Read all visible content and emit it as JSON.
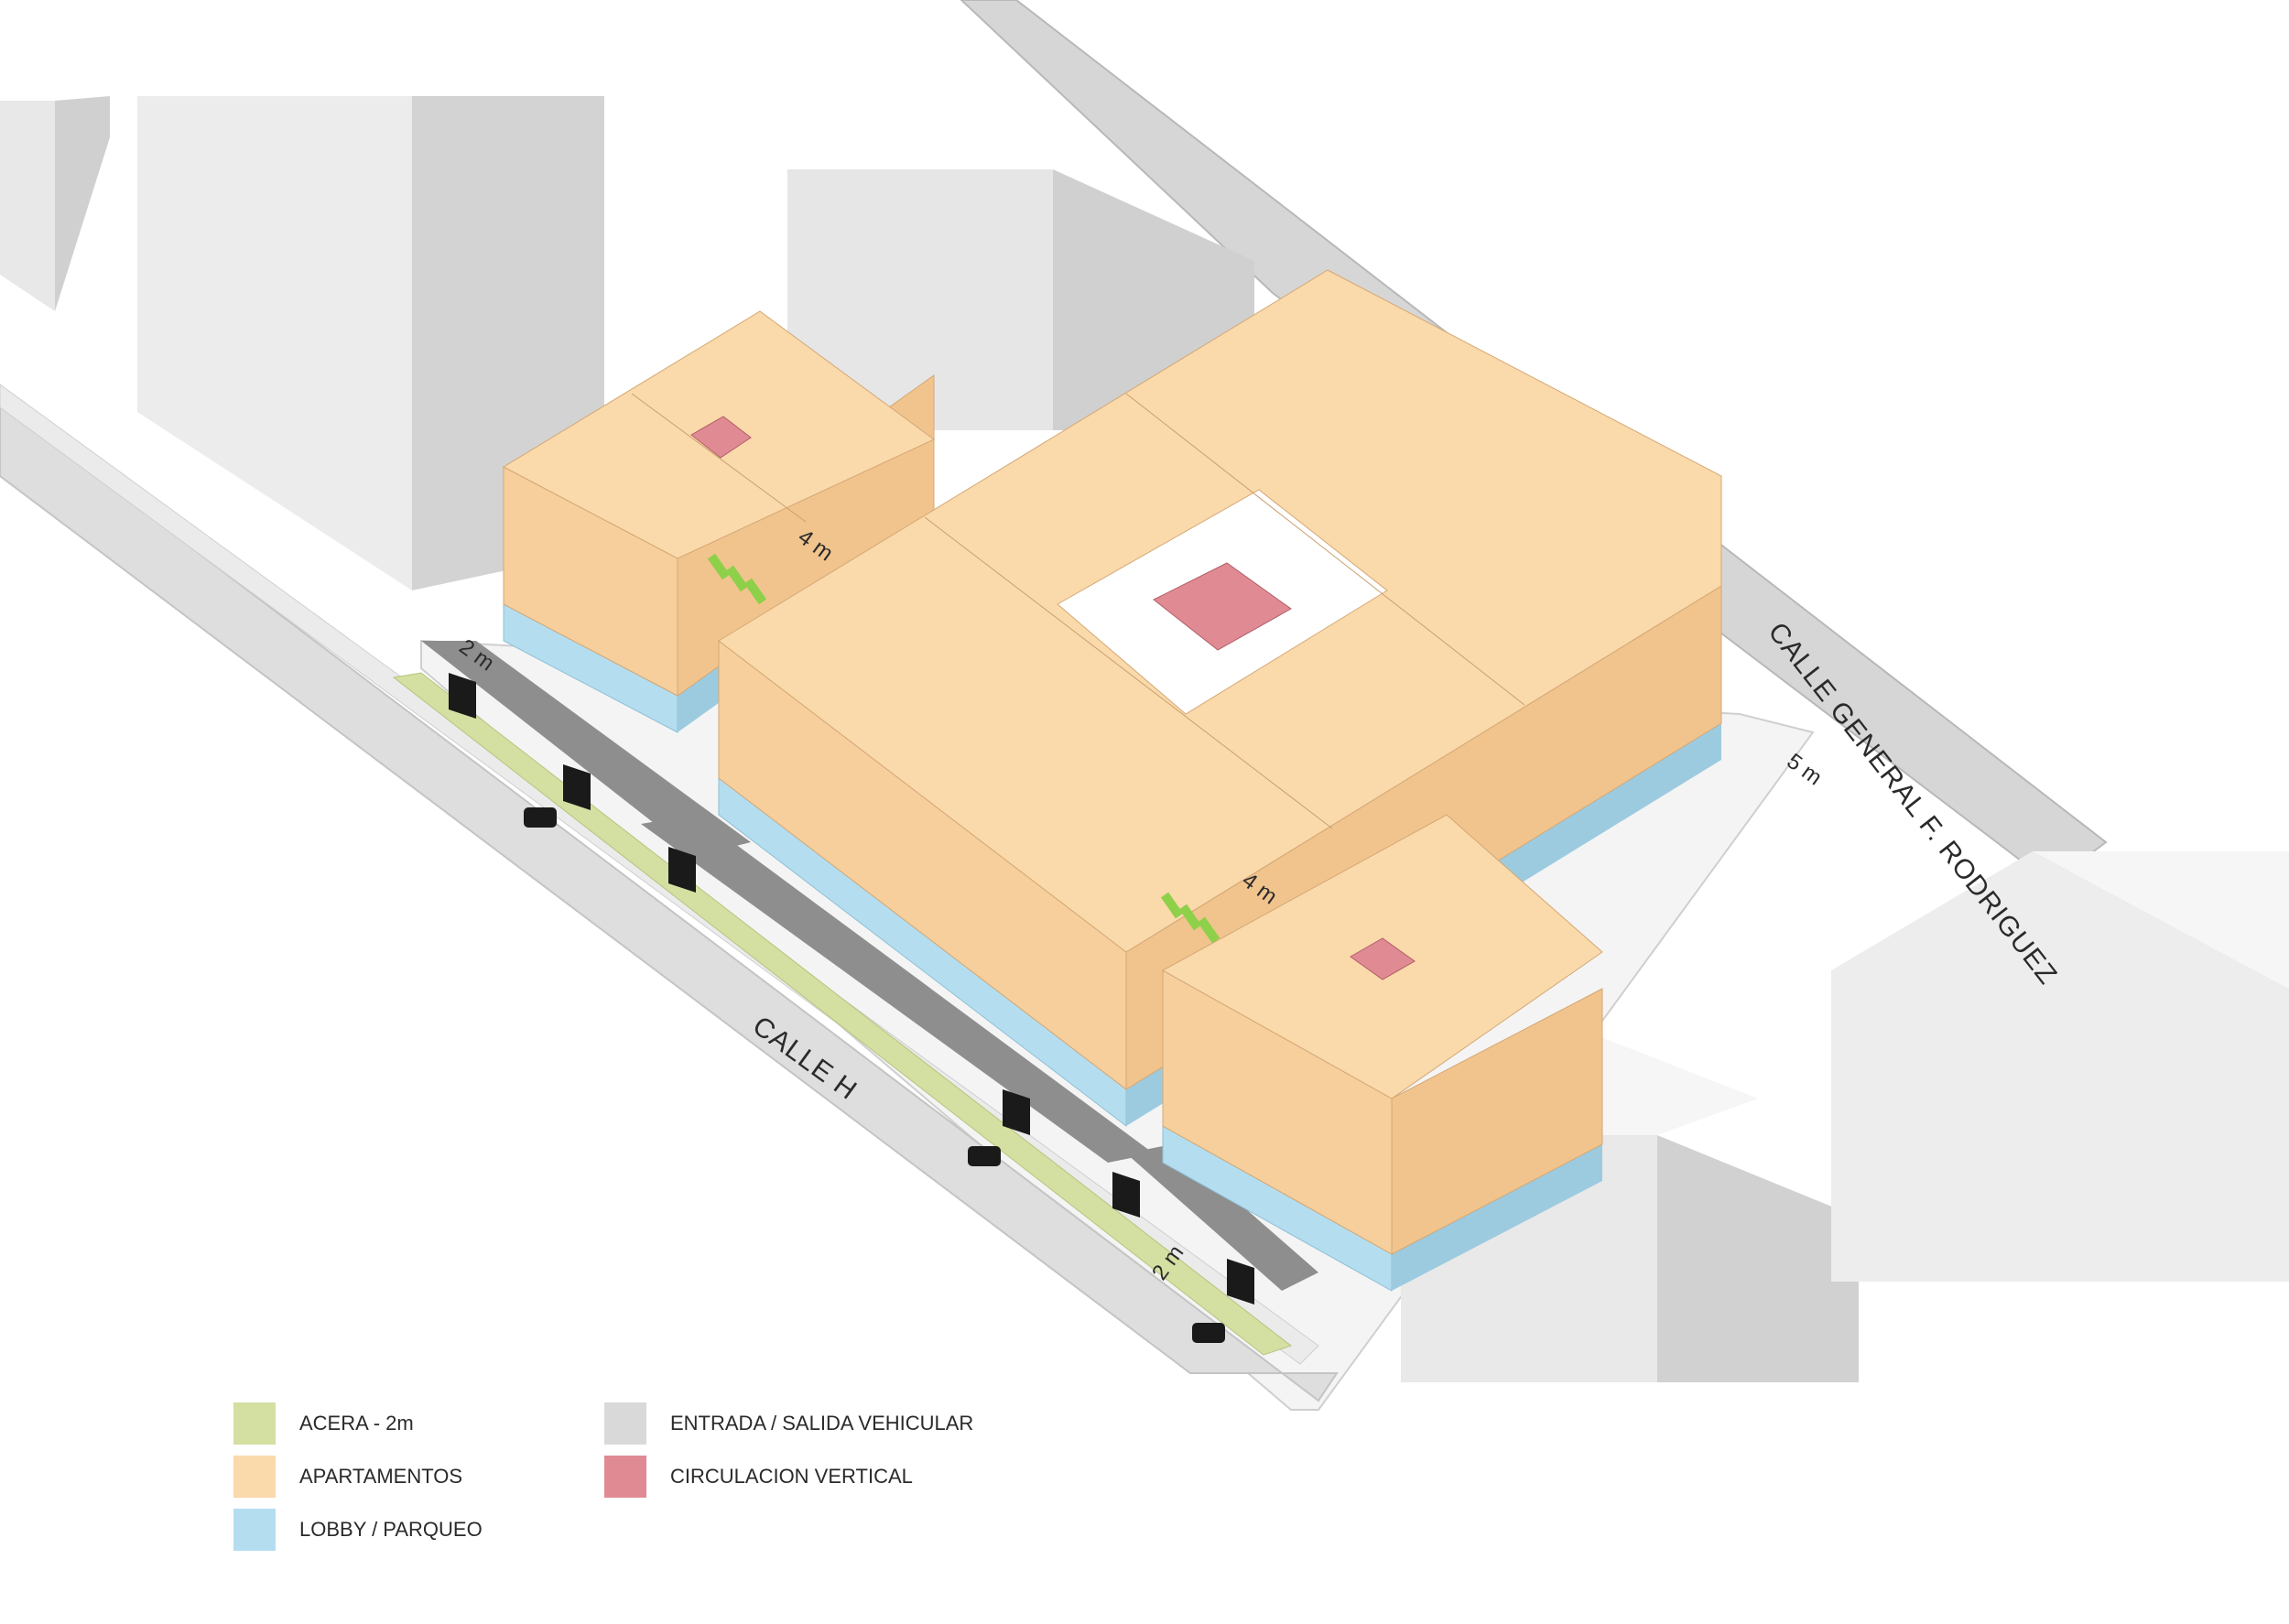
{
  "streets": {
    "calle_h": "CALLE H",
    "calle_general": "CALLE GENERAL F. RODRIGUEZ"
  },
  "dimensions": {
    "setback_front_left": "2 m",
    "setback_front_right": "2 m",
    "setback_side": "5 m",
    "gap_left": "4 m",
    "gap_right": "4 m"
  },
  "legend": [
    {
      "label": "ACERA - 2m",
      "color": "#d4dfa2"
    },
    {
      "label": "APARTAMENTOS",
      "color": "#fad9ab"
    },
    {
      "label": "LOBBY / PARQUEO",
      "color": "#b4def0"
    },
    {
      "label": "ENTRADA / SALIDA VEHICULAR",
      "color": "#d9d9d9"
    },
    {
      "label": "CIRCULACION VERTICAL",
      "color": "#e08a93"
    }
  ],
  "icons": {
    "entry": "car-icon",
    "arrow": "arrow-icon",
    "gate": "gate-marker-icon"
  }
}
